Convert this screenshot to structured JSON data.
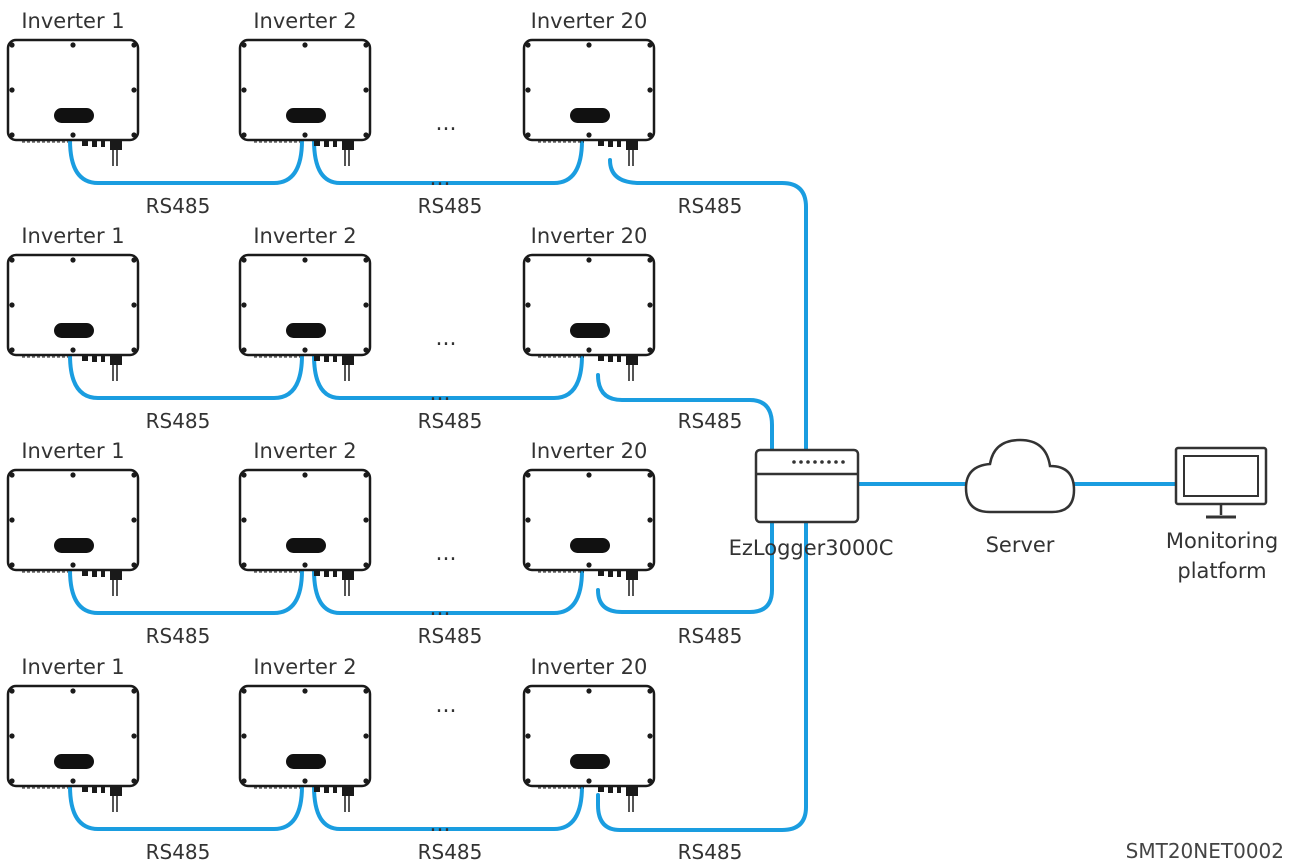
{
  "rows": [
    {
      "inverters": [
        {
          "label": "Inverter 1"
        },
        {
          "label": "Inverter 2"
        },
        {
          "label": "Inverter 20"
        }
      ],
      "gap_ellipsis": "...",
      "cable_ellipsis": "...",
      "cables": [
        "RS485",
        "RS485",
        "RS485"
      ]
    },
    {
      "inverters": [
        {
          "label": "Inverter 1"
        },
        {
          "label": "Inverter 2"
        },
        {
          "label": "Inverter 20"
        }
      ],
      "gap_ellipsis": "...",
      "cable_ellipsis": "...",
      "cables": [
        "RS485",
        "RS485",
        "RS485"
      ]
    },
    {
      "inverters": [
        {
          "label": "Inverter 1"
        },
        {
          "label": "Inverter 2"
        },
        {
          "label": "Inverter 20"
        }
      ],
      "gap_ellipsis": "...",
      "cable_ellipsis": "...",
      "cables": [
        "RS485",
        "RS485",
        "RS485"
      ]
    },
    {
      "inverters": [
        {
          "label": "Inverter 1"
        },
        {
          "label": "Inverter 2"
        },
        {
          "label": "Inverter 20"
        }
      ],
      "gap_ellipsis": "...",
      "cable_ellipsis": "...",
      "cables": [
        "RS485",
        "RS485",
        "RS485"
      ]
    }
  ],
  "logger": {
    "label": "EzLogger3000C",
    "icon": "data-logger-icon"
  },
  "server": {
    "label": "Server",
    "icon": "cloud-icon"
  },
  "platform": {
    "label_line1": "Monitoring",
    "label_line2": "platform",
    "icon": "monitor-icon"
  },
  "figure_id": "SMT20NET0002",
  "colors": {
    "cable": "#1a9de0",
    "outline": "#1a1a1a",
    "text": "#333333"
  }
}
